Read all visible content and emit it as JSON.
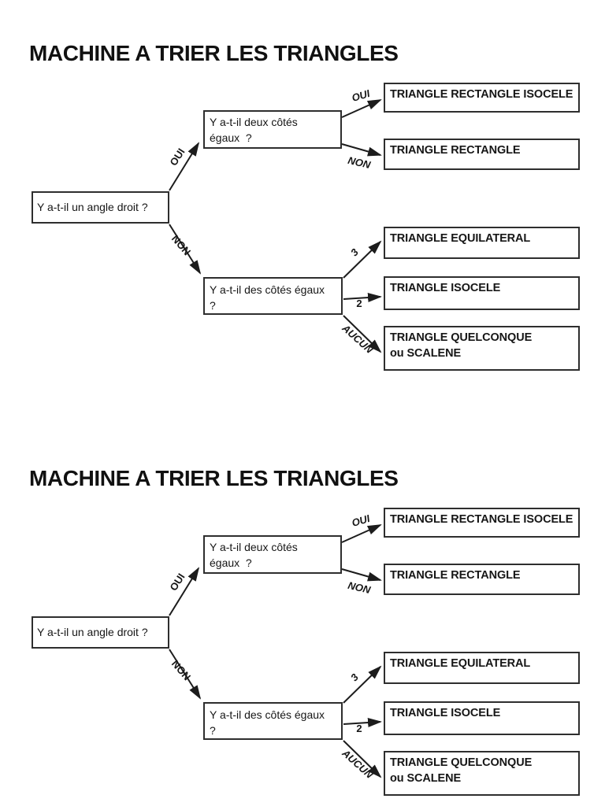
{
  "page": {
    "background": "#ffffff"
  },
  "diagram": {
    "title": "MACHINE A TRIER LES TRIANGLES",
    "nodes": {
      "root": {
        "label": "Y a-t-il un angle droit ?"
      },
      "two_equal_sides": {
        "label": "Y a-t-il deux côtés\négaux  ?"
      },
      "any_equal_sides": {
        "label": "Y a-t-il des côtés égaux  ?"
      },
      "rectangle_isocele": {
        "label": "TRIANGLE RECTANGLE ISOCELE"
      },
      "rectangle": {
        "label": "TRIANGLE RECTANGLE"
      },
      "equilateral": {
        "label": "TRIANGLE EQUILATERAL"
      },
      "isocele": {
        "label": "TRIANGLE ISOCELE"
      },
      "quelconque": {
        "label": "TRIANGLE QUELCONQUE\nou SCALENE"
      }
    },
    "edges": {
      "root_yes": "OUI",
      "root_no": "NON",
      "sides_yes": "OUI",
      "sides_no": "NON",
      "three": "3",
      "two": "2",
      "none": "AUCUN"
    },
    "colors": {
      "line": "#1c1c1c",
      "box_border": "#2e2e2e",
      "text": "#161616"
    }
  }
}
